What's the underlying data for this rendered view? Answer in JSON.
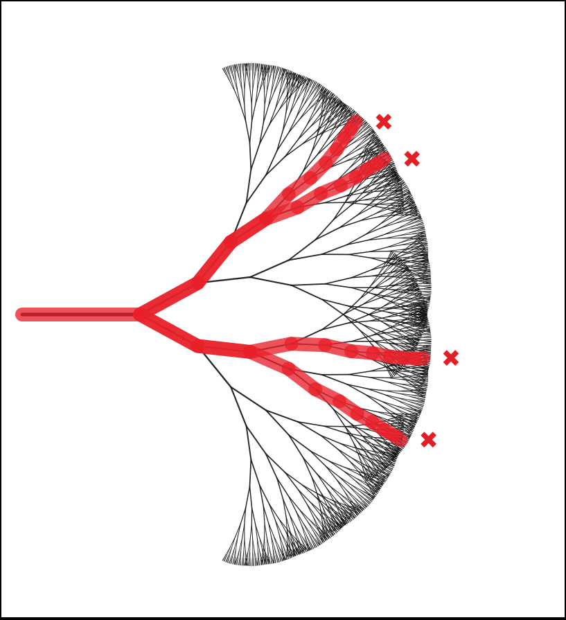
{
  "diagram": {
    "kind": "binary-branching-tree",
    "orientation": "root-left-grows-right",
    "depth": 11,
    "highlighted_paths_count": 4,
    "pruned_marker_glyph": "✖",
    "icons": [
      "pruned-x-icon"
    ],
    "colors": {
      "background": "#ffffff",
      "border": "#000000",
      "branch": "#111111",
      "highlight": "#e8202a",
      "marker": "#e41e26"
    }
  }
}
